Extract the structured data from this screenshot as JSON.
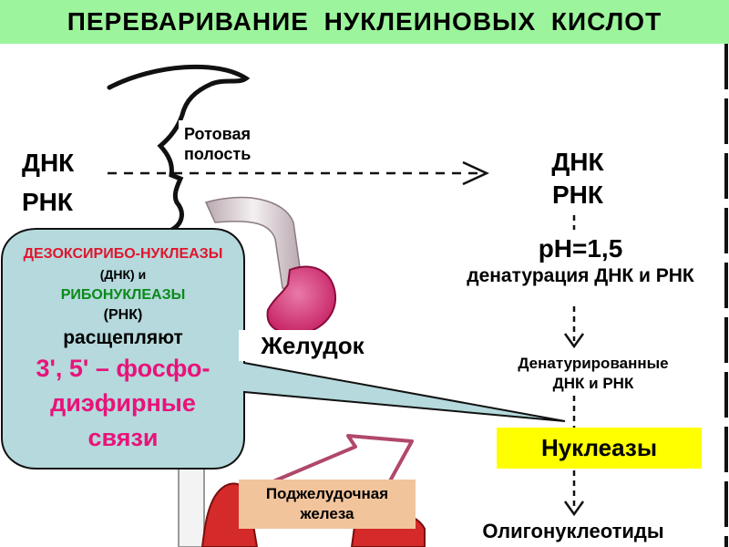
{
  "title": "ПЕРЕВАРИВАНИЕ   НУКЛЕИНОВЫХ   КИСЛОТ",
  "left": {
    "dnk": "ДНК",
    "rnk": "РНК"
  },
  "oral_cavity": {
    "line1": "Ротовая",
    "line2": "полость"
  },
  "right": {
    "dnk": "ДНК",
    "rnk": "РНК"
  },
  "stomach_info": {
    "ph": "pH=1,5",
    "denaturation": "денатурация ДНК и РНК"
  },
  "stomach_label": "Желудок",
  "denatured": {
    "line1": "Денатурированные",
    "line2": "ДНК и РНК"
  },
  "nucleases": "Нуклеазы",
  "pancreas": {
    "line1": "Поджелудочная",
    "line2": "железа"
  },
  "oligonucleotides": "Олигонуклеотиды",
  "callout": {
    "deoxyribo": "ДЕЗОКСИРИБО-НУКЛЕАЗЫ",
    "dnk_and": "(ДНК) и",
    "ribo": "РИБОНУКЛЕАЗЫ",
    "rnk": "(РНК)",
    "cleave": "расщепляют",
    "bonds_line1": "3', 5' – фосфо-",
    "bonds_line2": "диэфирные",
    "bonds_line3": "связи"
  },
  "colors": {
    "title_bg": "#9cf59c",
    "nucleases_bg": "#ffff00",
    "pancreas_bg": "#f2c49c",
    "callout_bg": "#b5d9dc",
    "stomach_fill": "#d6407a",
    "organ_red": "#d42a2a"
  }
}
